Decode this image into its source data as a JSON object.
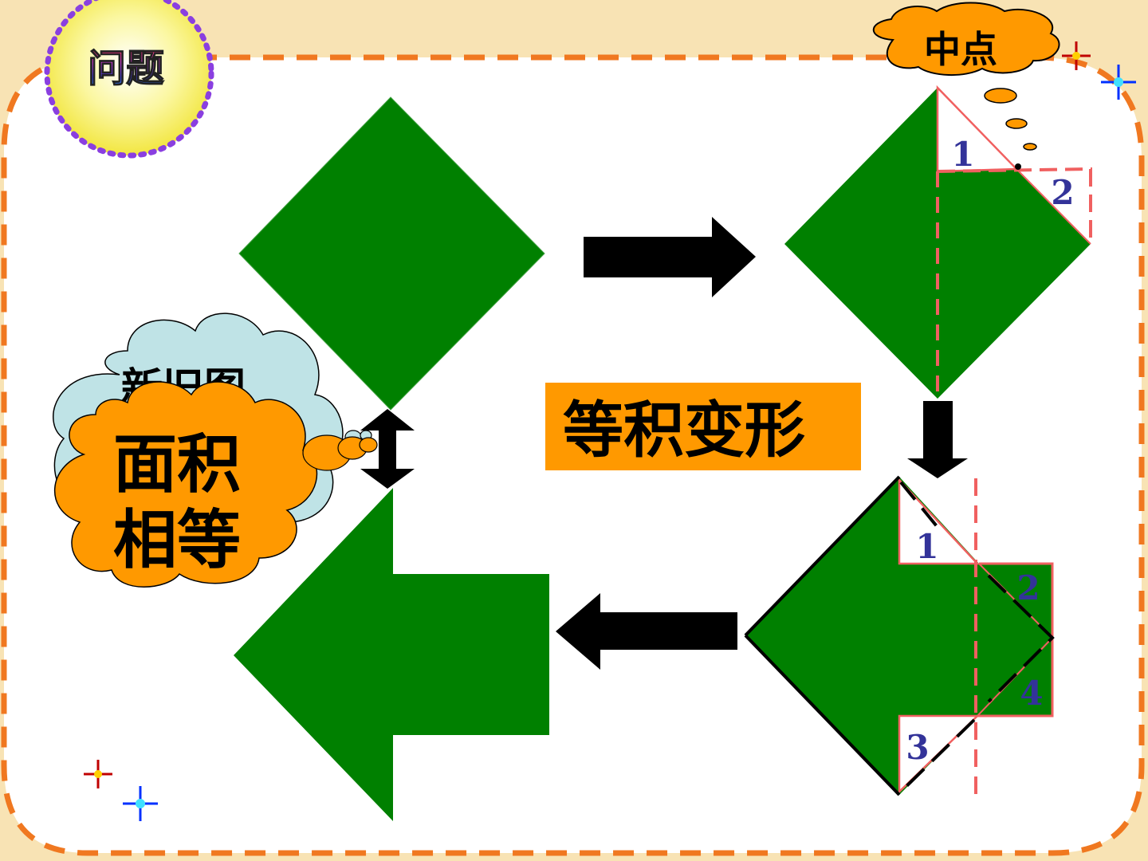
{
  "slide": {
    "badge_title": "问题",
    "thought_text": "中点",
    "center_label": "等积变形",
    "cloud_back_text": "新旧图",
    "cloud_front_line1": "面积",
    "cloud_front_line2": "相等",
    "piece_labels": {
      "top_right_1": "1",
      "top_right_2": "2",
      "bottom_right_1": "1",
      "bottom_right_2": "2",
      "bottom_right_3": "3",
      "bottom_right_4": "4"
    }
  },
  "colors": {
    "background": "#f8e3b4",
    "panel": "#ffffff",
    "panel_border": "#f07820",
    "shape_green": "#008000",
    "label_box": "#ff9900",
    "cloud_orange": "#ff9900",
    "cloud_blue": "#bfe3e6",
    "badge_dots": "#8a3fe0",
    "badge_fill": "#f5f060",
    "cut_line": "#f06060",
    "piece_number": "#333399"
  }
}
